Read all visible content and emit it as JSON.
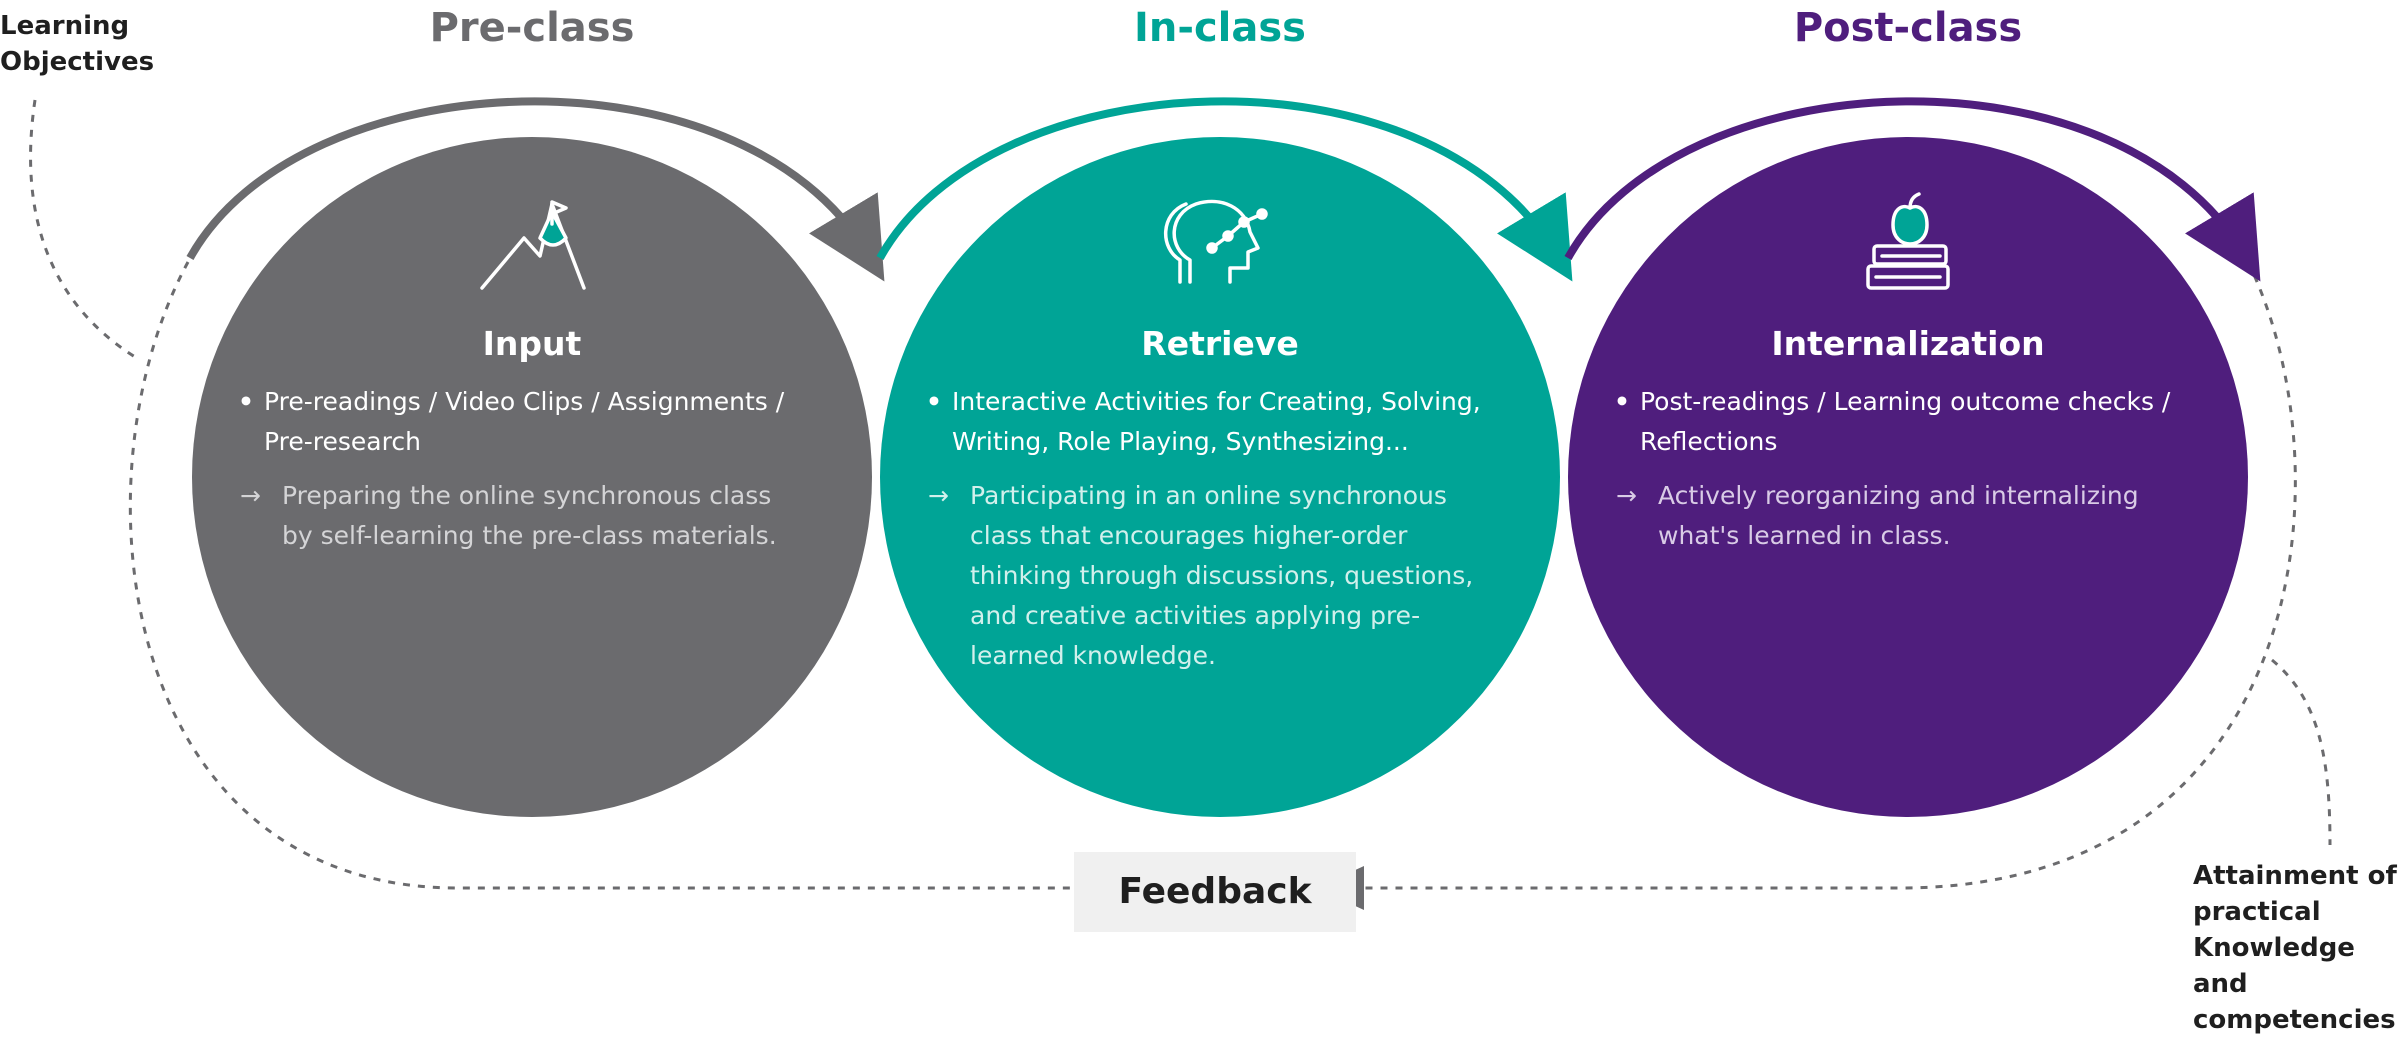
{
  "left_label": "Learning\nObjectives",
  "right_label": "Attainment of\npractical\nKnowledge\nand\ncompetencies",
  "feedback_label": "Feedback",
  "colors": {
    "pre": "#6b6b6e",
    "in": "#00a496",
    "post": "#4f1e7d",
    "dashed": "#6b6b6e",
    "feedback_box": "#f0f0f0",
    "note_pre": "#d4d4d6",
    "note_in": "#d2f0ec",
    "note_post": "#d9cbe6"
  },
  "phases": [
    {
      "key": "pre",
      "title": "Pre-class",
      "circle_title": "Input",
      "icon": "mountain-flag-icon",
      "bullet": "Pre-readings / Video Clips / Assignments / Pre-research",
      "note": "Preparing the online synchronous class by self-learning the pre-class materials."
    },
    {
      "key": "in",
      "title": "In-class",
      "circle_title": "Retrieve",
      "icon": "heads-network-icon",
      "bullet": "Interactive Activities for Creating, Solving, Writing, Role Playing, Synthesizing...",
      "note": "Participating in an online synchronous class that encourages higher-order thinking through discussions, questions, and creative activities applying pre-learned knowledge."
    },
    {
      "key": "post",
      "title": "Post-class",
      "circle_title": "Internalization",
      "icon": "apple-books-icon",
      "bullet": "Post-readings / Learning outcome checks / Reflections",
      "note": "Actively reorganizing and internalizing what's learned in class."
    }
  ]
}
